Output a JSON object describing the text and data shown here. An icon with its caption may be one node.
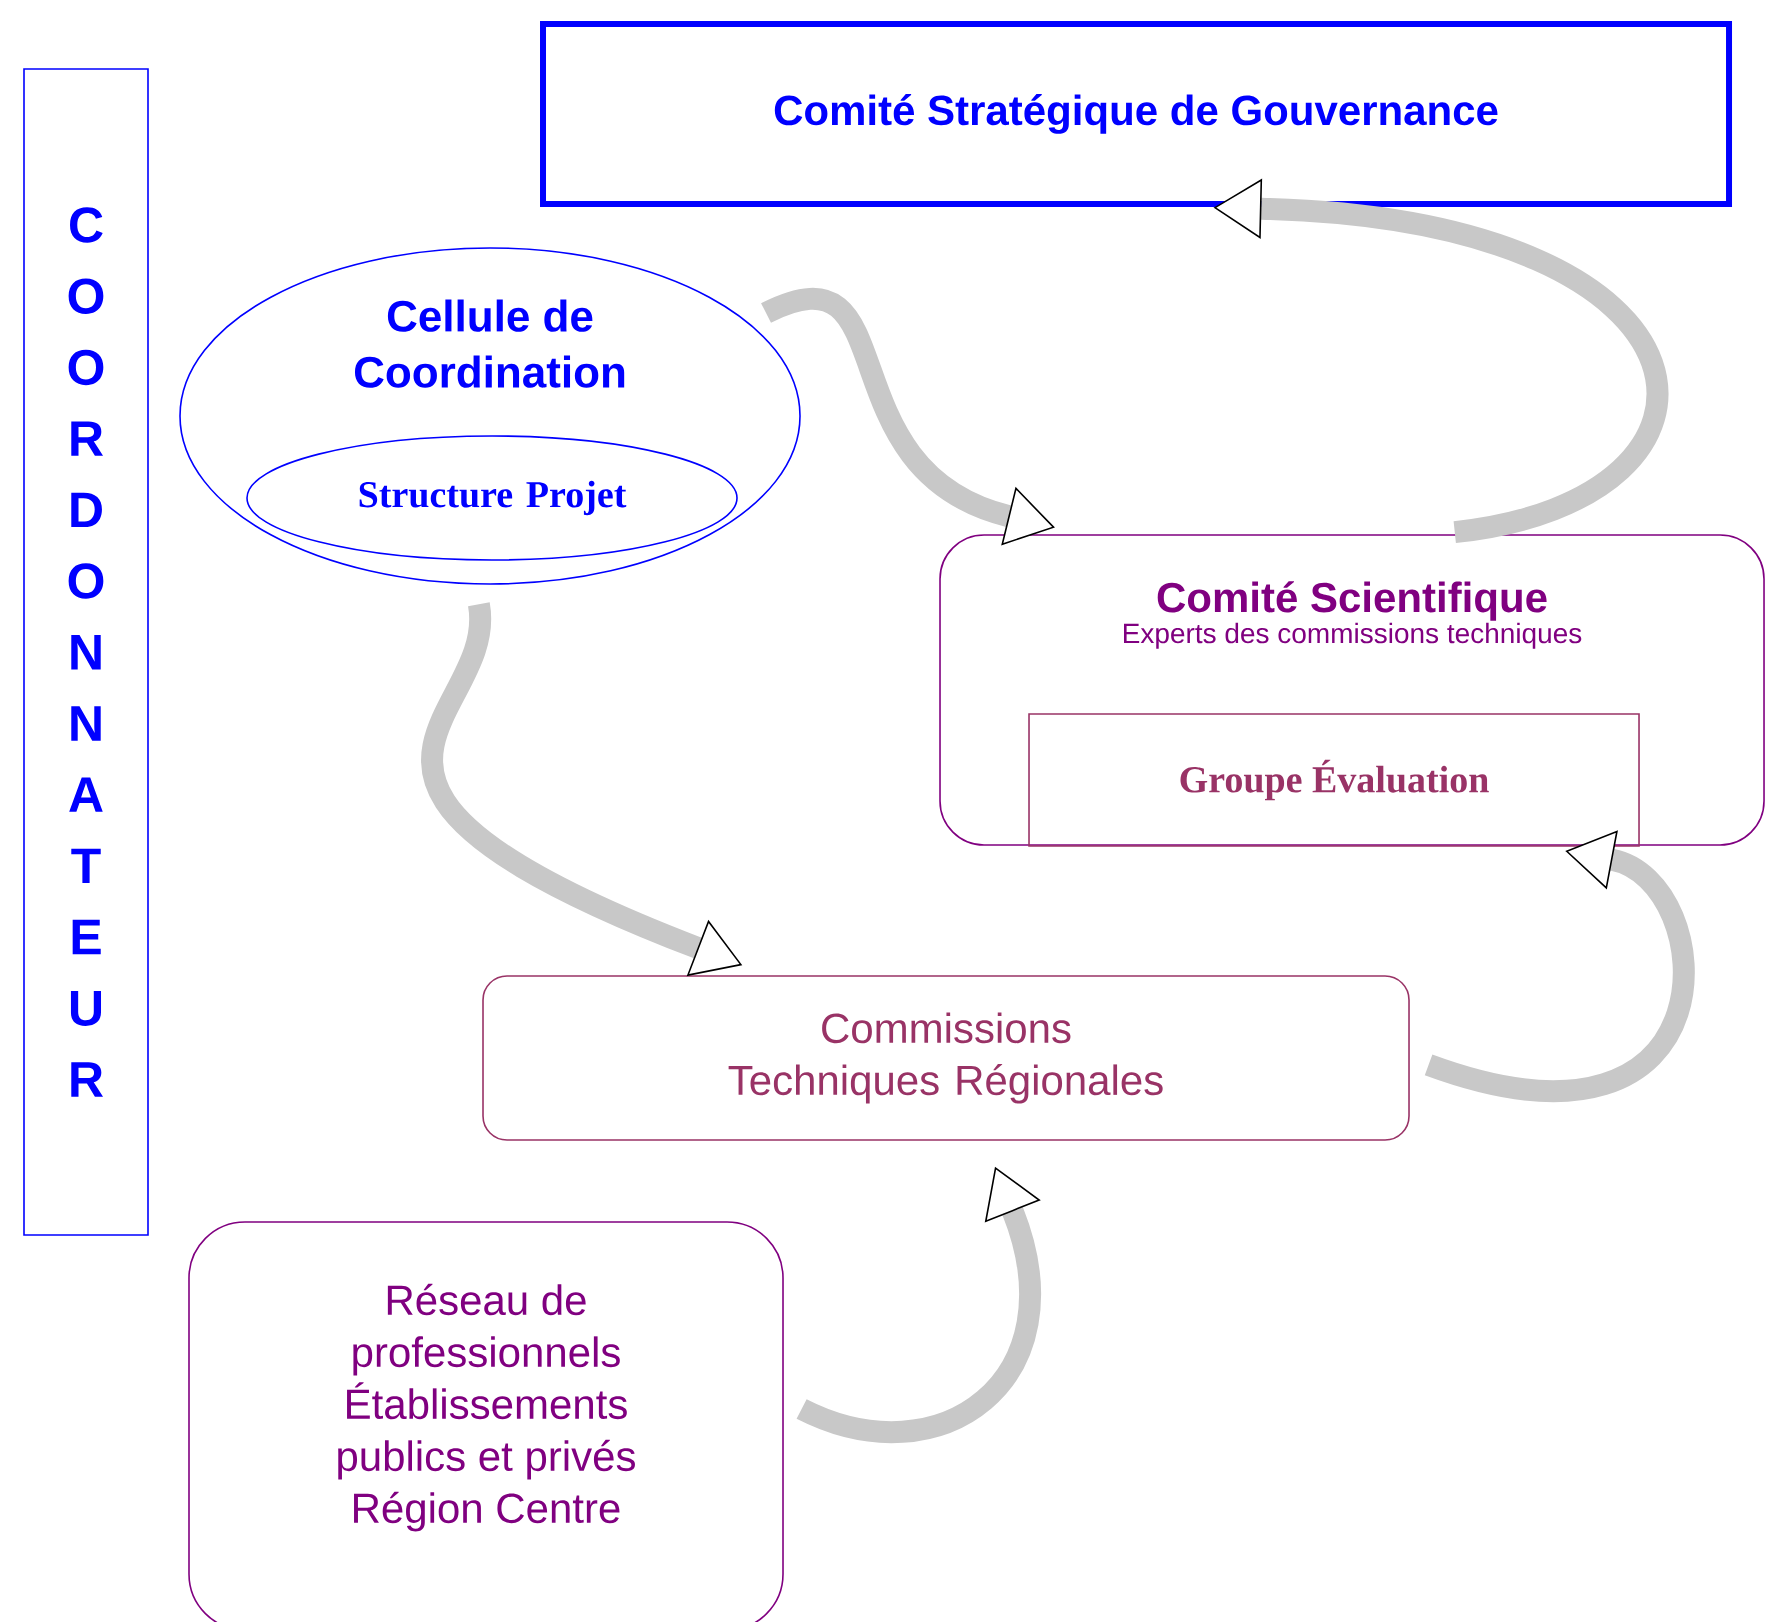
{
  "diagram": {
    "nodes": [
      {
        "text": [
          "COORDONNATEUR"
        ]
      },
      {
        "text": [
          "Comité Stratégique de Gouvernance"
        ]
      },
      {
        "text": [
          "Cellule de Coordination"
        ]
      },
      {
        "text": [
          "Structure Projet"
        ],
        "in": 2
      },
      {
        "text": [
          "Comité Scientifique",
          "Experts des commissions techniques"
        ]
      },
      {
        "text": [
          "Groupe Évaluation"
        ],
        "in": 4
      },
      {
        "text": [
          "Commissions Techniques Régionales"
        ]
      },
      {
        "text": [
          "Réseau de professionnels Établissements publics et privés Région Centre"
        ]
      }
    ],
    "edges": [
      {
        "from": 2,
        "to": 4,
        "arrow": "to"
      },
      {
        "from": 4,
        "to": 1,
        "arrow": "to"
      },
      {
        "from": 2,
        "to": 6,
        "arrow": "to"
      },
      {
        "from": 6,
        "to": 4,
        "arrow": "to"
      },
      {
        "from": 7,
        "to": 6,
        "arrow": "to"
      }
    ]
  }
}
